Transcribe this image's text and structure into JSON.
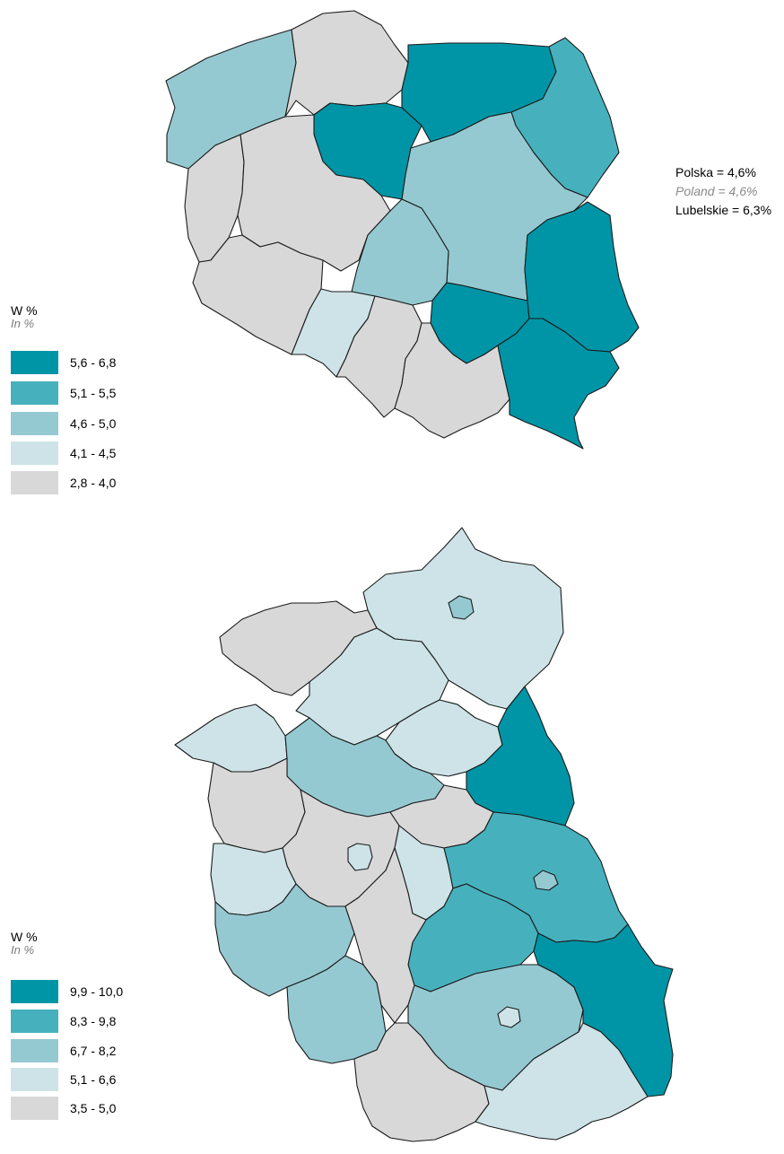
{
  "colors": {
    "c1": "#0095a6",
    "c2": "#46b1bd",
    "c3": "#95c9d1",
    "c4": "#cde3e7",
    "c5": "#d8d8d8"
  },
  "top_map": {
    "stats": {
      "poland_pl": "Polska = 4,6%",
      "poland_en": "Poland = 4,6%",
      "region": "Lubelskie = 6,3%"
    },
    "legend": {
      "title": "W %",
      "subtitle": "In %",
      "classes": [
        {
          "label": "5,6 - 6,8",
          "color": "#0095a6"
        },
        {
          "label": "5,1 - 5,5",
          "color": "#46b1bd"
        },
        {
          "label": "4,6 - 5,0",
          "color": "#95c9d1"
        },
        {
          "label": "4,1 - 4,5",
          "color": "#cde3e7"
        },
        {
          "label": "2,8 - 4,0",
          "color": "#d8d8d8"
        }
      ]
    }
  },
  "bottom_map": {
    "legend": {
      "title": "W %",
      "subtitle": "In %",
      "classes": [
        {
          "label": "9,9 - 10,0",
          "color": "#0095a6"
        },
        {
          "label": "8,3 - 9,8",
          "color": "#46b1bd"
        },
        {
          "label": "6,7 - 8,2",
          "color": "#95c9d1"
        },
        {
          "label": "5,1 - 6,6",
          "color": "#cde3e7"
        },
        {
          "label": "3,5 - 5,0",
          "color": "#d8d8d8"
        }
      ]
    }
  }
}
